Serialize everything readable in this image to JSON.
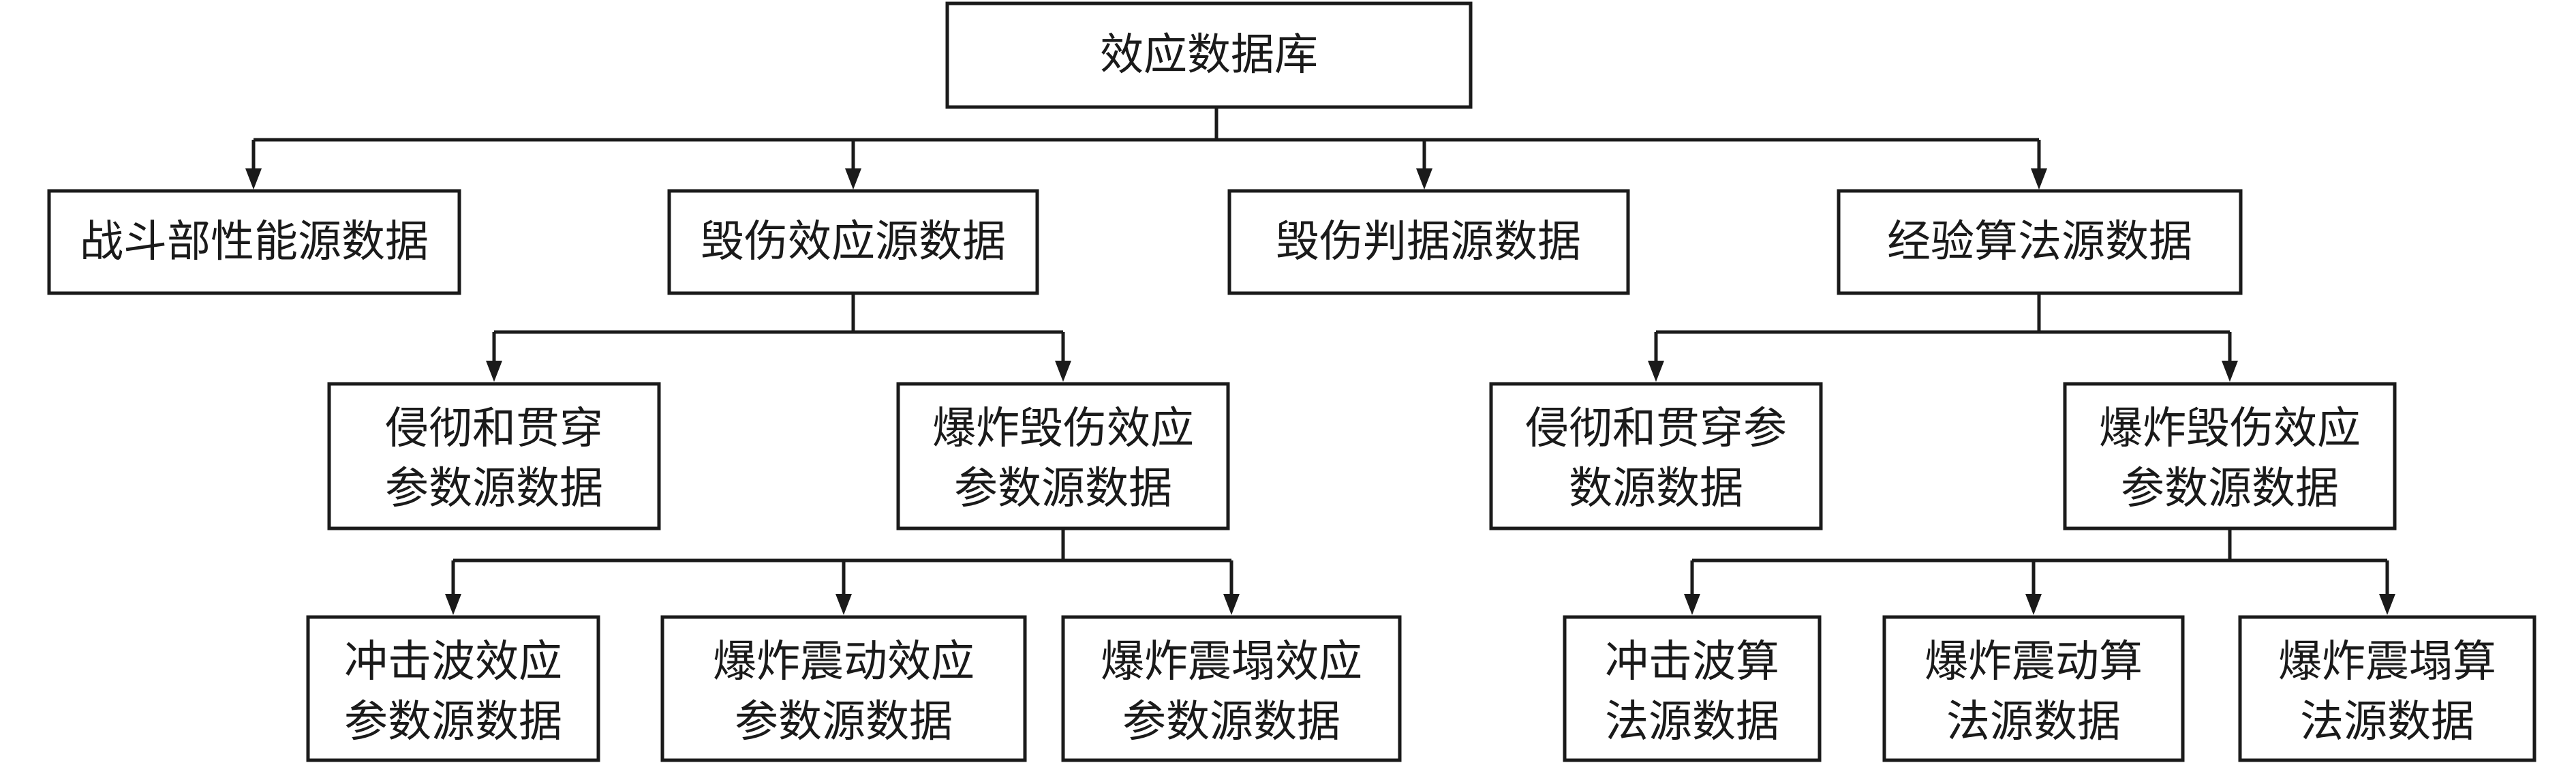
{
  "nodes": {
    "root": {
      "line1": "效应数据库"
    },
    "warhead": {
      "line1": "战斗部性能源数据"
    },
    "damage_effect": {
      "line1": "毁伤效应源数据"
    },
    "damage_criteria": {
      "line1": "毁伤判据源数据"
    },
    "empirical_algo": {
      "line1": "经验算法源数据"
    },
    "penetration_params": {
      "line1": "侵彻和贯穿",
      "line2": "参数源数据"
    },
    "explosion_params": {
      "line1": "爆炸毁伤效应",
      "line2": "参数源数据"
    },
    "penetration_algo_params": {
      "line1": "侵彻和贯穿参",
      "line2": "数源数据"
    },
    "explosion_algo_params": {
      "line1": "爆炸毁伤效应",
      "line2": "参数源数据"
    },
    "shockwave_effect": {
      "line1": "冲击波效应",
      "line2": "参数源数据"
    },
    "vibration_effect": {
      "line1": "爆炸震动效应",
      "line2": "参数源数据"
    },
    "collapse_effect": {
      "line1": "爆炸震塌效应",
      "line2": "参数源数据"
    },
    "shockwave_algo": {
      "line1": "冲击波算",
      "line2": "法源数据"
    },
    "vibration_algo": {
      "line1": "爆炸震动算",
      "line2": "法源数据"
    },
    "collapse_algo": {
      "line1": "爆炸震塌算",
      "line2": "法源数据"
    }
  },
  "colors": {
    "stroke": "#1a1a1a",
    "background": "#ffffff"
  }
}
